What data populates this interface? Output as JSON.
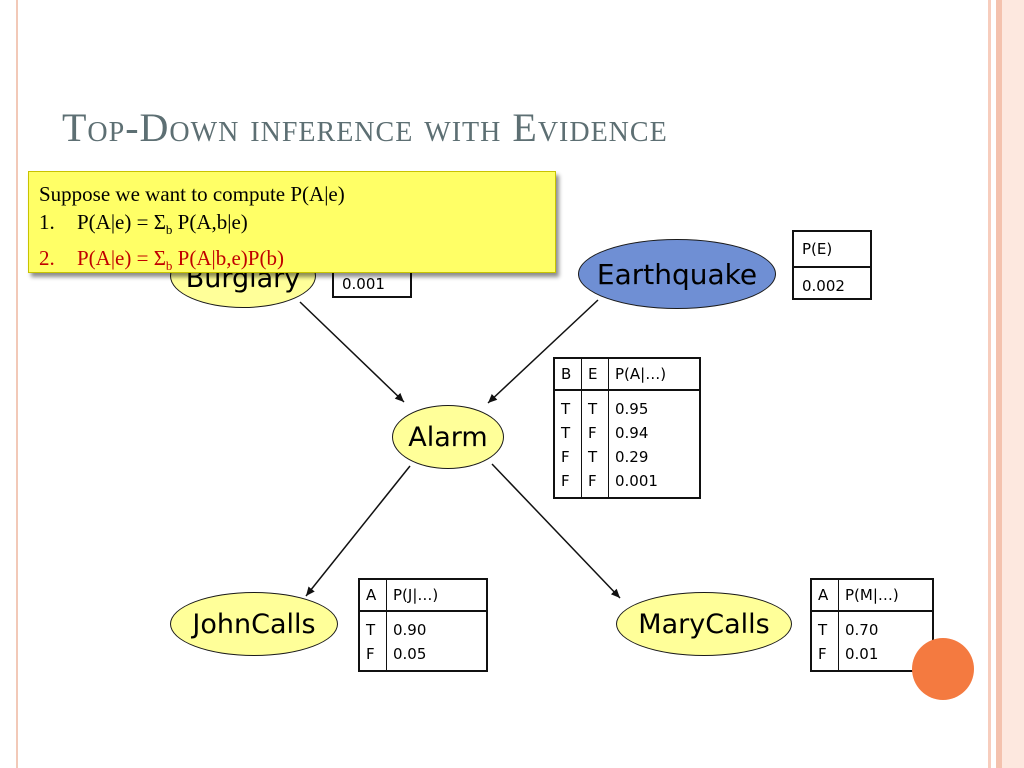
{
  "slide": {
    "title": "Top-Down inference with Evidence"
  },
  "callout": {
    "line1": "Suppose we want to compute P(A|e)",
    "item1": {
      "num": "1.",
      "pre": "P(A|e) = Σ",
      "sub": "b",
      "post": " P(A,b|e)"
    },
    "item2": {
      "num": "2.",
      "pre": "P(A|e) = Σ",
      "sub": "b",
      "post": " P(A|b,e)P(b)"
    },
    "item2_color": "#c00000"
  },
  "nodes": {
    "burglary": "Burglary",
    "earthquake": "Earthquake",
    "alarm": "Alarm",
    "johncalls": "JohnCalls",
    "marycalls": "MaryCalls"
  },
  "cpts": {
    "burglary": {
      "value": "0.001"
    },
    "earthquake": {
      "header": "P(E)",
      "value": "0.002"
    },
    "alarm": {
      "headers": [
        "B",
        "E",
        "P(A|…)"
      ],
      "col_b": [
        "T",
        "T",
        "F",
        "F"
      ],
      "col_e": [
        "T",
        "F",
        "T",
        "F"
      ],
      "col_p": [
        "0.95",
        "0.94",
        "0.29",
        "0.001"
      ]
    },
    "johncalls": {
      "headers": [
        "A",
        "P(J|…)"
      ],
      "col_a": [
        "T",
        "F"
      ],
      "col_p": [
        "0.90",
        "0.05"
      ]
    },
    "marycalls": {
      "headers": [
        "A",
        "P(M|…)"
      ],
      "col_a": [
        "T",
        "F"
      ],
      "col_p": [
        "0.70",
        "0.01"
      ]
    }
  },
  "colors": {
    "title": "#5d6f73",
    "node_yellow": "#ffff99",
    "node_blue": "#6f8fd4",
    "callout_bg": "#ffff66",
    "accent_dot": "#f47a40"
  }
}
